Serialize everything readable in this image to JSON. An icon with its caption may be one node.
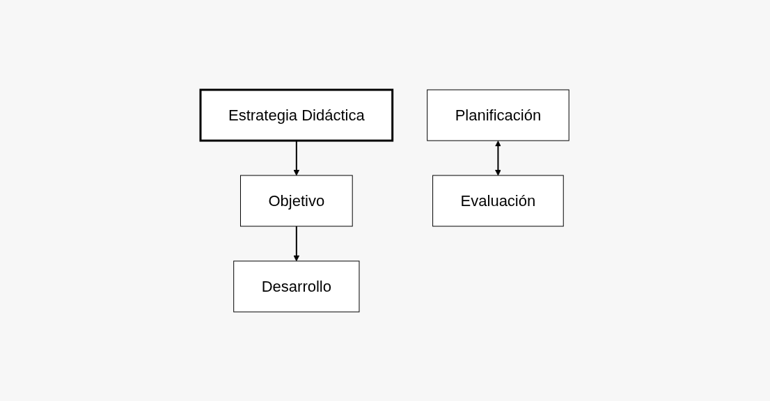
{
  "diagram": {
    "nodes": [
      {
        "text": [
          "Estrategia Didáctica"
        ]
      },
      {
        "text": [
          "Objetivo"
        ]
      },
      {
        "text": [
          "Planificación"
        ]
      },
      {
        "text": [
          "Evaluación"
        ]
      },
      {
        "text": [
          "Desarrollo"
        ]
      }
    ],
    "edges": [
      {
        "from": 0,
        "to": 1,
        "arrow": "to"
      },
      {
        "from": 1,
        "to": 4,
        "arrow": "to"
      },
      {
        "from": 2,
        "to": 3,
        "arrow": "both"
      }
    ]
  }
}
